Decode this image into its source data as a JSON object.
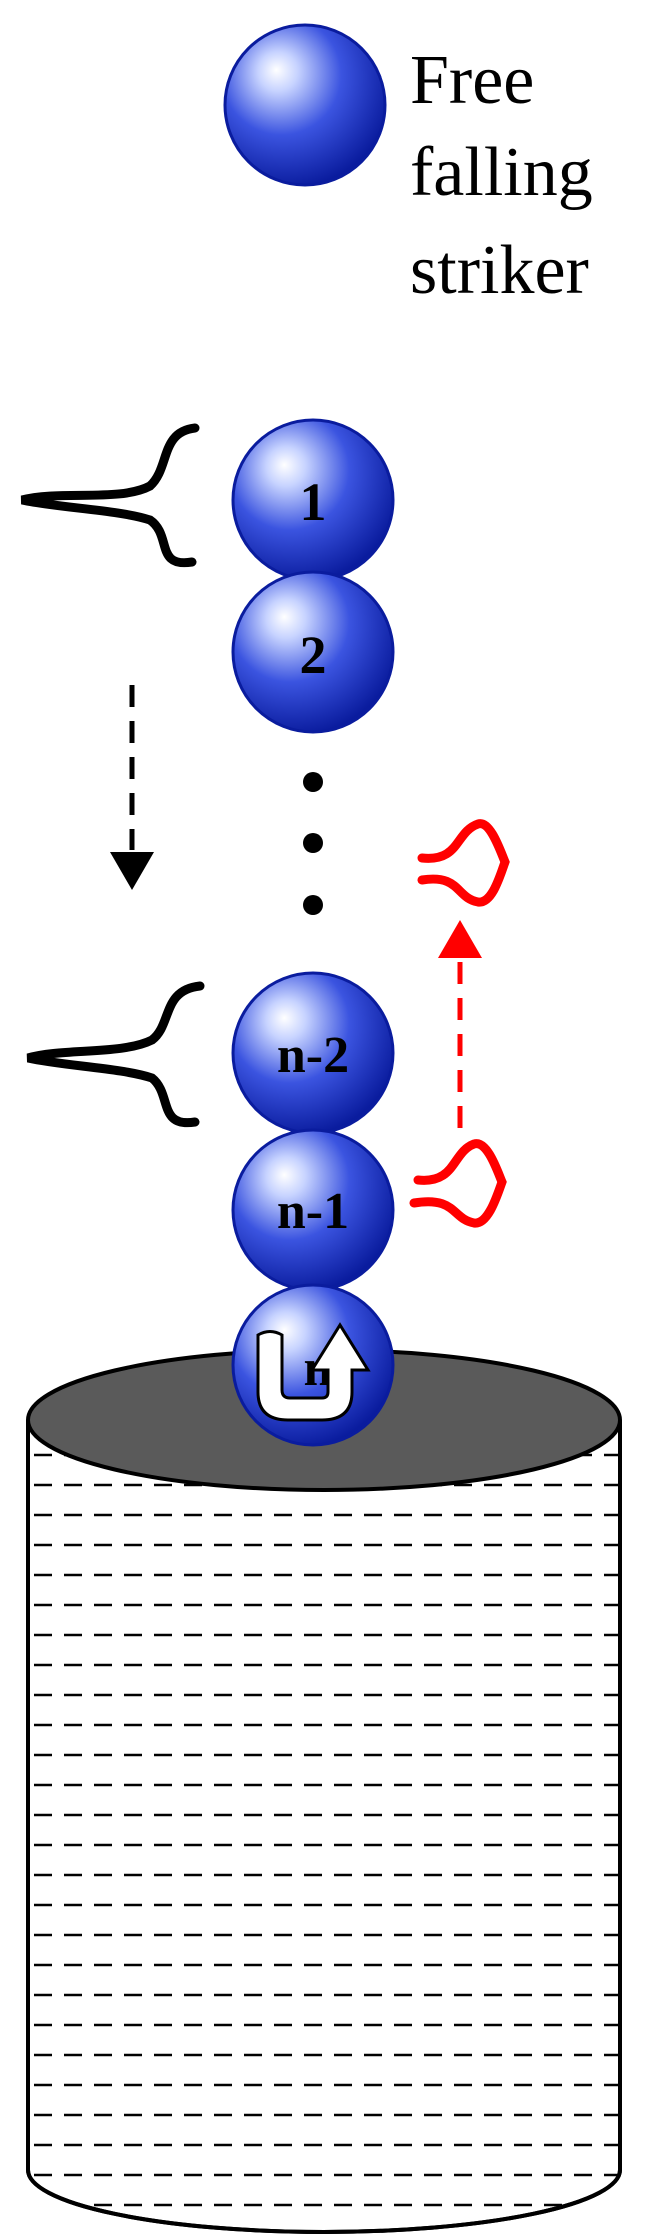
{
  "legend": {
    "label_lines": [
      "Free",
      "falling",
      "striker"
    ]
  },
  "chain": {
    "balls": [
      {
        "label": "1"
      },
      {
        "label": "2"
      },
      {
        "label": "n-2"
      },
      {
        "label": "n-1"
      },
      {
        "label": "n"
      }
    ]
  },
  "colors": {
    "ball_dark": "#0a1c9e",
    "ball_light": "#ffffff",
    "incident_wave": "#000000",
    "reflected_wave": "#ff0000",
    "container_top": "#5a5a5a",
    "container_outline": "#000000"
  },
  "icons": {
    "downward_arrow": "dashed-arrow-down",
    "upward_arrow": "dashed-arrow-up",
    "rotation_arrow": "curved-u-turn-arrow",
    "ellipsis": "vertical-dots"
  }
}
